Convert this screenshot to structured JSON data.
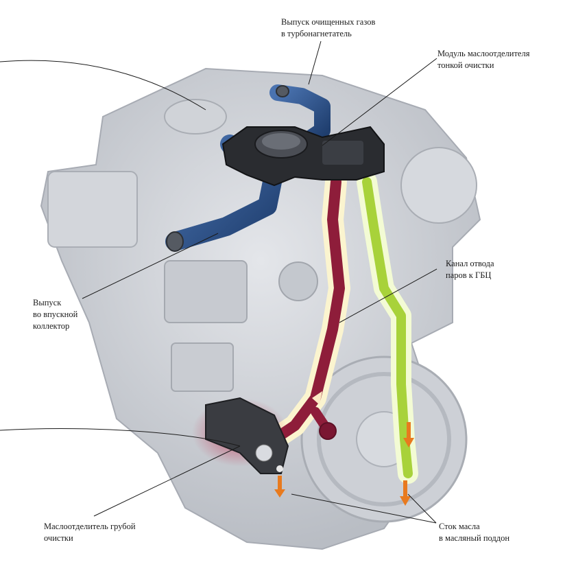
{
  "labels": {
    "turbo_outlet": [
      "Выпуск очищенных газов",
      "в турбонагнетатель"
    ],
    "fine_separator": [
      "Модуль маслоотделителя",
      "тонкой очистки"
    ],
    "intake_outlet": [
      "Выпуск",
      "во впускной",
      "коллектор"
    ],
    "head_channel": [
      "Канал отвода",
      "паров к ГБЦ"
    ],
    "coarse_separator": [
      "Маслоотделитель грубой",
      "очистки"
    ],
    "oil_drain": [
      "Сток масла",
      "в масляный поддон"
    ]
  },
  "colors": {
    "blue_hose": "#2b4f86",
    "red_channel": "#8e1d3a",
    "green_channel": "#a8d23a",
    "arrow": "#e87a1e",
    "engine": "#c4c8cf",
    "housing": "#2a2c30"
  }
}
